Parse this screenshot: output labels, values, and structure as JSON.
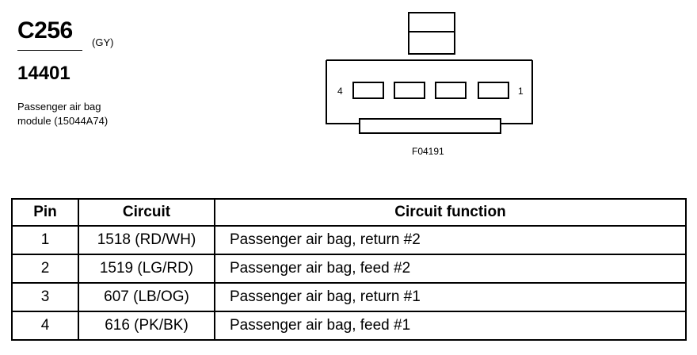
{
  "connector": {
    "id": "C256",
    "color": "(GY)",
    "part_number": "14401",
    "description_line1": "Passenger air bag",
    "description_line2": "module (15044A74)"
  },
  "diagram": {
    "left_pin_label": "4",
    "right_pin_label": "1",
    "figure_id": "F04191"
  },
  "table": {
    "headers": [
      "Pin",
      "Circuit",
      "Circuit function"
    ],
    "rows": [
      {
        "pin": "1",
        "circuit": "1518 (RD/WH)",
        "function": "Passenger air bag, return #2"
      },
      {
        "pin": "2",
        "circuit": "1519 (LG/RD)",
        "function": "Passenger air bag, feed #2"
      },
      {
        "pin": "3",
        "circuit": "607 (LB/OG)",
        "function": "Passenger air bag, return #1"
      },
      {
        "pin": "4",
        "circuit": "616 (PK/BK)",
        "function": "Passenger air bag, feed #1"
      }
    ]
  }
}
